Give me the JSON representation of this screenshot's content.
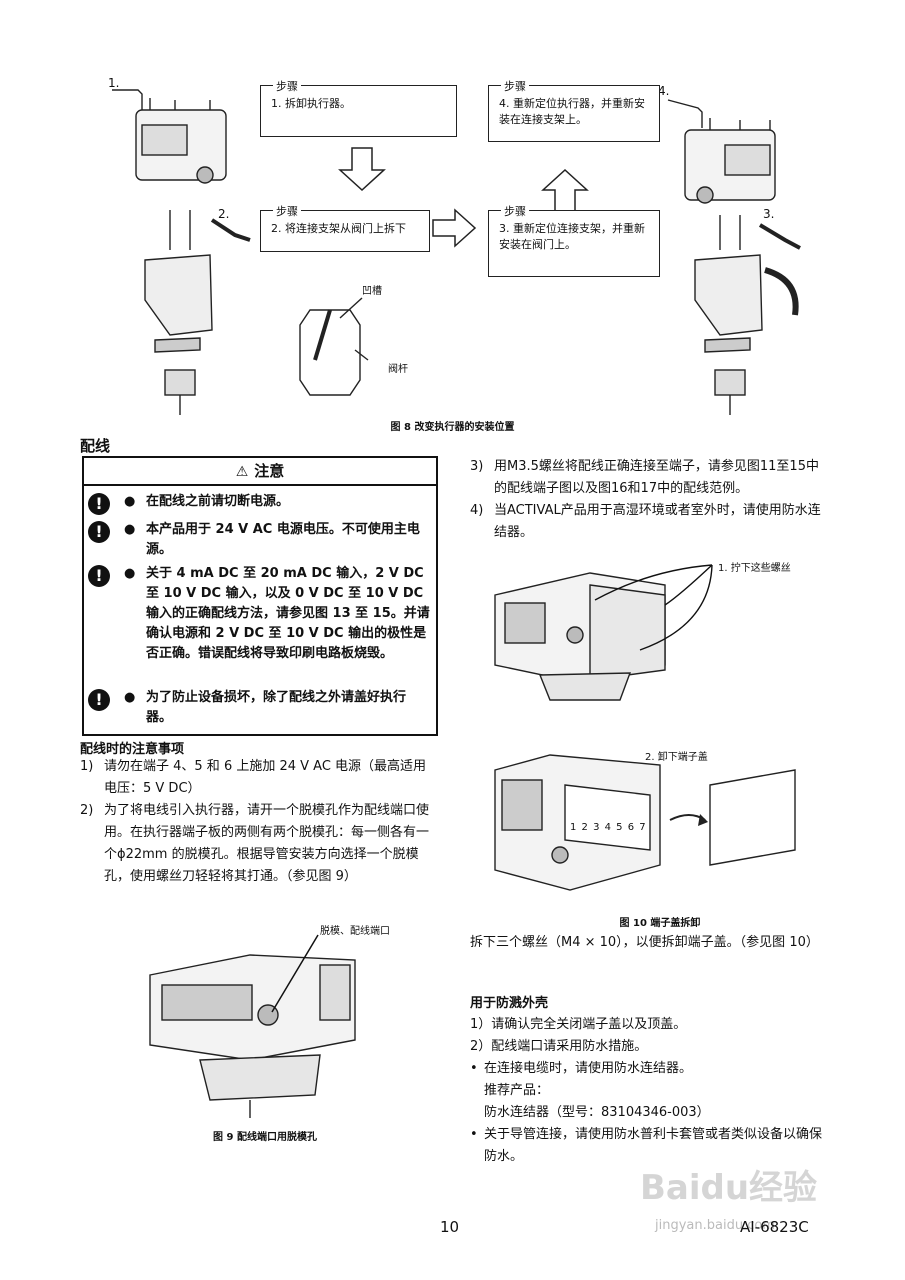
{
  "figure8": {
    "caption": "图 8  改变执行器的安装位置",
    "num1": "1.",
    "num2": "2.",
    "num3": "3.",
    "num4": "4.",
    "steps": [
      {
        "title": "步骤",
        "text": "1.  拆卸执行器。"
      },
      {
        "title": "步骤",
        "text": "2.  将连接支架从阀门上拆下"
      },
      {
        "title": "步骤",
        "text": "3.  重新定位连接支架，并重新安装在阀门上。"
      },
      {
        "title": "步骤",
        "text": "4.  重新定位执行器，并重新安装在连接支架上。"
      }
    ],
    "label_groove": "凹槽",
    "label_stem": "阀杆"
  },
  "wiring": {
    "title": "配线",
    "warning_header": "注意",
    "warnings": [
      "在配线之前请切断电源。",
      "本产品用于 24 V AC 电源电压。不可使用主电源。",
      "关于 4 mA DC 至 20 mA DC 输入，2 V DC 至 10 V DC 输入，以及 0 V DC 至 10 V DC 输入的正确配线方法，请参见图 13 至 15。并请确认电源和 2 V DC 至 10 V DC 输出的极性是否正确。错误配线将导致印刷电路板烧毁。",
      "为了防止设备损坏，除了配线之外请盖好执行器。"
    ],
    "notes_title": "配线时的注意事项",
    "notes": [
      {
        "num": "1)",
        "text": "请勿在端子 4、5 和 6 上施加 24 V AC 电源（最高适用电压：5 V DC）"
      },
      {
        "num": "2)",
        "text": "为了将电线引入执行器，请开一个脱模孔作为配线端口使用。在执行器端子板的两侧有两个脱模孔：每一侧各有一个ϕ22mm 的脱模孔。根据导管安装方向选择一个脱模孔，使用螺丝刀轻轻将其打通。（参见图 9）"
      }
    ],
    "fig9_label": "脱模、配线端口",
    "fig9_caption": "图 9  配线端口用脱模孔"
  },
  "right": {
    "items": [
      {
        "num": "3)",
        "text": "用M3.5螺丝将配线正确连接至端子，请参见图11至15中的配线端子图以及图16和17中的配线范例。"
      },
      {
        "num": "4)",
        "text": "当ACTIVAL产品用于高湿环境或者室外时，请使用防水连结器。"
      }
    ],
    "fig10_label1": "1. 拧下这些螺丝",
    "fig10_label2": "2. 卸下端子盖",
    "fig10_terminals": "1 2 3 4 5 6 7",
    "fig10_caption": "图 10  端子盖拆卸",
    "remove_text": "拆下三个螺丝（M4 × 10），以便拆卸端子盖。（参见图 10）",
    "splash_title": "用于防溅外壳",
    "splash_items": [
      "1）请确认完全关闭端子盖以及顶盖。",
      "2）配线端口请采用防水措施。"
    ],
    "bullets": [
      {
        "text": "在连接电缆时，请使用防水连结器。",
        "sub": [
          "推荐产品：",
          "防水连结器（型号：83104346-003）"
        ]
      },
      {
        "text": "关于导管连接，请使用防水普利卡套管或者类似设备以确保防水。",
        "sub": []
      }
    ]
  },
  "footer": {
    "page_number": "10",
    "doc_code": "AI-6823C",
    "watermark_main": "Baidu经验",
    "watermark_sub": "jingyan.baidu.com"
  }
}
